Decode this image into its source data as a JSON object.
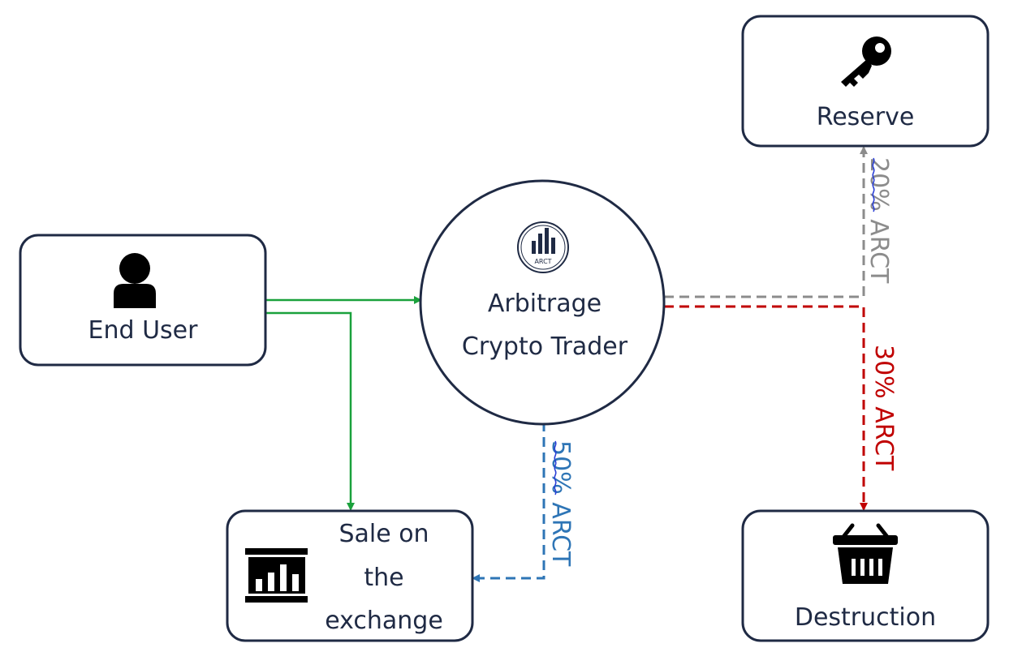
{
  "nodes": {
    "end_user": {
      "label": "End User",
      "icon": "user-icon"
    },
    "trader": {
      "label_line1": "Arbitrage",
      "label_line2": "Crypto Trader",
      "logo_text": "ARCT",
      "icon": "arct-logo-icon"
    },
    "reserve": {
      "label": "Reserve",
      "icon": "key-icon"
    },
    "destruction": {
      "label": "Destruction",
      "icon": "basket-icon"
    },
    "sale": {
      "label_line1": "Sale on",
      "label_line2": "the",
      "label_line3": "exchange",
      "icon": "exchange-icon"
    }
  },
  "edges": {
    "to_reserve": {
      "label": "20% ARCT",
      "color": "#8c8c8c"
    },
    "to_destruction": {
      "label": "30% ARCT",
      "color": "#c00000"
    },
    "to_sale": {
      "label": "50% ARCT",
      "color": "#2e75b6"
    },
    "user_flow": {
      "color": "#1aa13c"
    }
  },
  "colors": {
    "border": "#1f2a44",
    "icon": "#000000"
  }
}
